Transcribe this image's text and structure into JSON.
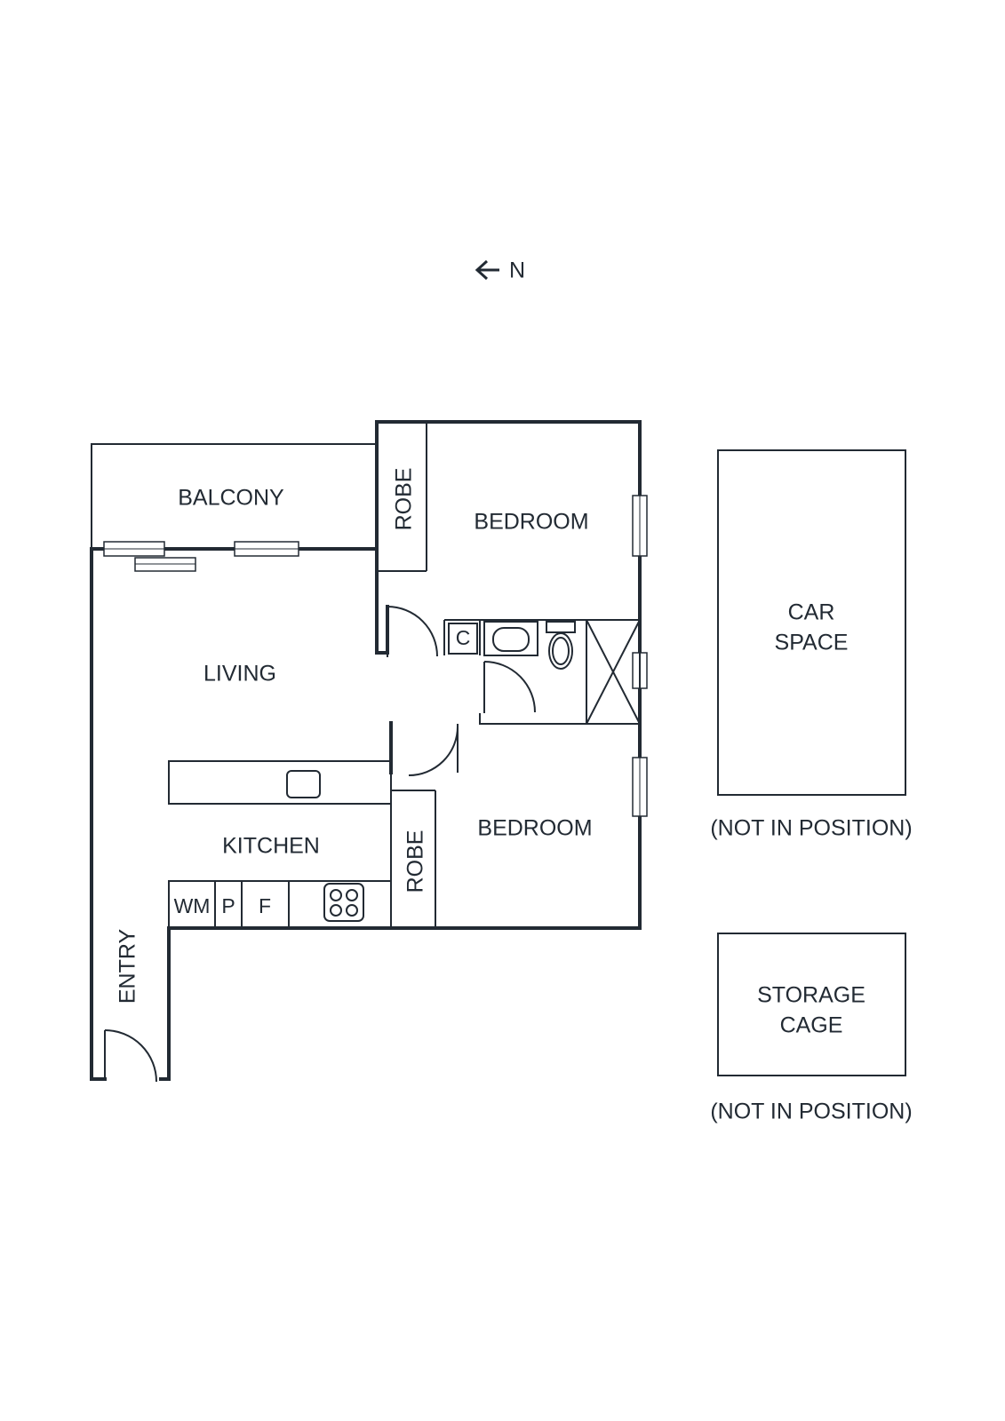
{
  "compass": {
    "label": "N",
    "icon": "arrow-left-icon"
  },
  "rooms": {
    "balcony": "BALCONY",
    "living": "LIVING",
    "kitchen": "KITCHEN",
    "entry": "ENTRY",
    "bedroom_1": "BEDROOM",
    "bedroom_2": "BEDROOM",
    "robe_1": "ROBE",
    "robe_2": "ROBE"
  },
  "fixtures": {
    "cupboard": "C",
    "washing_machine": "WM",
    "pantry": "P",
    "fridge": "F"
  },
  "extras": {
    "car_space_line1": "CAR",
    "car_space_line2": "SPACE",
    "car_space_note": "(NOT IN POSITION)",
    "storage_line1": "STORAGE",
    "storage_line2": "CAGE",
    "storage_note": "(NOT IN POSITION)"
  },
  "colors": {
    "line": "#222a33",
    "background": "#ffffff"
  }
}
